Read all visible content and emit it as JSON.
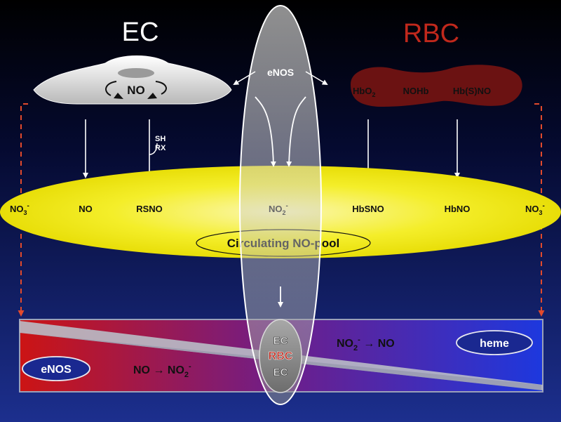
{
  "titles": {
    "ec": "EC",
    "rbc": "RBC"
  },
  "enos_top": "eNOS",
  "ec_cell": {
    "no": "NO"
  },
  "rbc_cell": {
    "hbo2_base": "HbO",
    "hbo2_sub": "2",
    "nohb": "NOHb",
    "hbsno_cell": "Hb(S)NO"
  },
  "reactants": {
    "sh": "SH",
    "rx": "RX"
  },
  "pool_species": {
    "no3_left": "NO",
    "no3_left_sub": "3",
    "no3_left_sup": "-",
    "no": "NO",
    "rsno": "RSNO",
    "no2": "NO",
    "no2_sub": "2",
    "no2_sup": "-",
    "hbsno": "HbSNO",
    "hbno": "HbNO",
    "no3_right": "NO",
    "no3_right_sub": "3",
    "no3_right_sup": "-"
  },
  "pool_label": "Circulating NO-pool",
  "gradient": {
    "enos": "eNOS",
    "heme": "heme",
    "left_reaction": {
      "a": "NO → NO",
      "sub": "2",
      "sup": "-"
    },
    "right_reaction": {
      "a": "NO",
      "sub": "2",
      "sup": "-",
      "b": " → NO"
    },
    "stack": [
      "EC",
      "RBC",
      "EC"
    ]
  },
  "colors": {
    "background_top": "#000000",
    "background_bottom": "#1a2e8c",
    "rbc_title": "#c0281c",
    "rbc_cell": "#6b1212",
    "pool": "#f4ee1a",
    "dashed_arrow": "#e24a2c",
    "gradient_red": "#c81818",
    "gradient_blue": "#1e3ad8"
  }
}
